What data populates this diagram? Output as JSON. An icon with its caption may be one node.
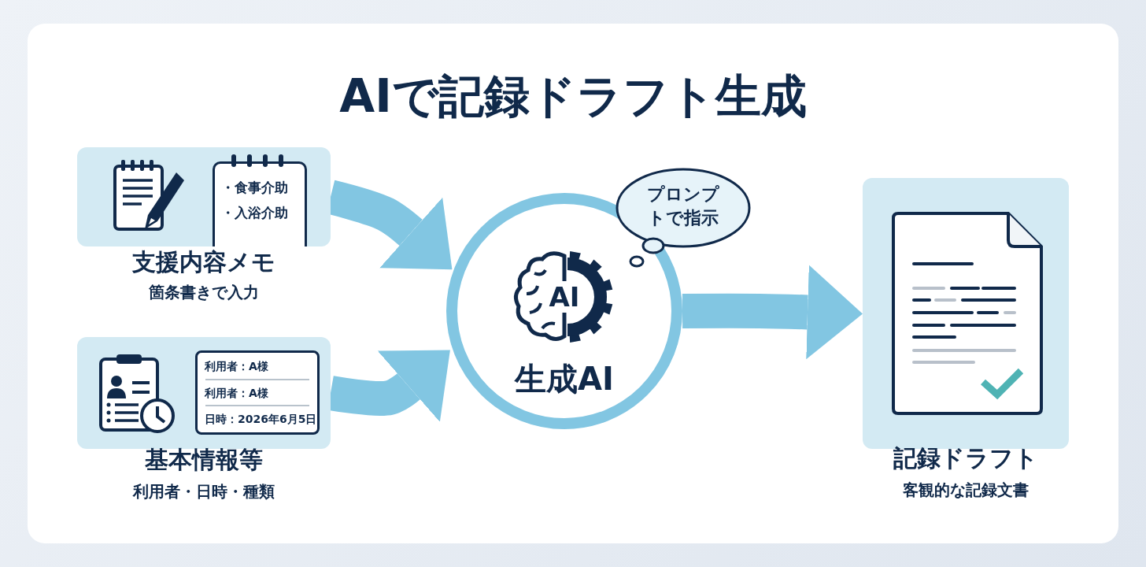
{
  "diagram": {
    "title": "AIで記録ドラフト生成",
    "nodes": [
      {
        "text": [
          "支援内容メモ",
          "箇条書きで入力"
        ]
      },
      {
        "text": [
          "・食事介助",
          "・入浴介助"
        ],
        "in": 0
      },
      {
        "text": [
          "基本情報等",
          "利用者・日時・種類"
        ]
      },
      {
        "text": [
          "利用者：A様",
          "利用者：A様",
          "日時：2026年6月5日"
        ],
        "in": 2
      },
      {
        "text": [
          "AI",
          "生成AI"
        ]
      },
      {
        "text": [
          "プロンプトで指示"
        ]
      },
      {
        "text": [
          "記録ドラフト",
          "客観的な記録文書"
        ]
      }
    ],
    "edges": [
      {
        "from": 0,
        "to": 4,
        "arrow": "to"
      },
      {
        "from": 2,
        "to": 4,
        "arrow": "to"
      },
      {
        "from": 4,
        "to": 6,
        "arrow": "to"
      }
    ]
  }
}
